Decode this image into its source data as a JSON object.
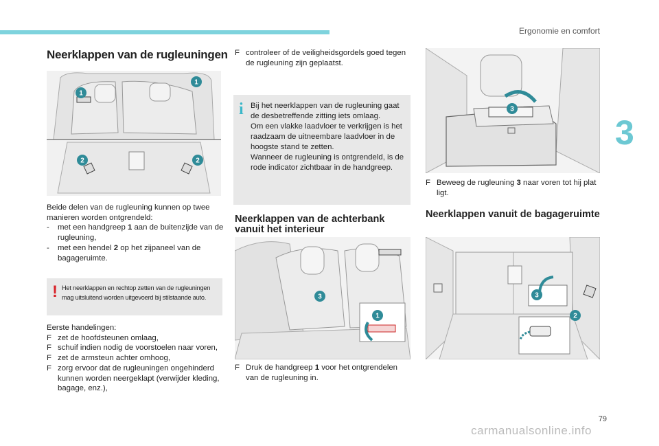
{
  "header": {
    "section": "Ergonomie en comfort",
    "tab_number": "3"
  },
  "col1": {
    "title": "Neerklappen van de rugleuningen",
    "intro": "Beide delen van de rugleuning kunnen op twee manieren worden ontgrendeld:",
    "items": [
      {
        "marker": "-",
        "pre": "met een handgreep ",
        "num": "1",
        "post": " aan de buitenzijde van de rugleuning,"
      },
      {
        "marker": "-",
        "pre": "met een hendel ",
        "num": "2",
        "post": " op het zijpaneel van de bagageruimte."
      }
    ],
    "warning": "Het neerklappen en rechtop zetten van de rugleuningen mag uitsluitend worden uitgevoerd bij stilstaande auto.",
    "steps_title": "Eerste handelingen:",
    "steps": [
      "zet de hoofdsteunen omlaag,",
      "schuif indien nodig de voorstoelen naar voren,",
      "zet de armsteun achter omhoog,",
      "zorg ervoor dat de rugleuningen ongehinderd kunnen worden neergeklapt (verwijder kleding, bagage, enz.),"
    ],
    "callouts": [
      "1",
      "1",
      "2",
      "2"
    ]
  },
  "col2": {
    "first_step": "controleer of de veiligheidsgordels goed tegen de rugleuning zijn geplaatst.",
    "info": "Bij het neerklappen van de rugleuning gaat de desbetreffende zitting iets omlaag.\nOm een vlakke laadvloer te verkrijgen is het raadzaam de uitneembare laadvloer in de hoogste stand te zetten.\nWanneer de rugleuning is ontgrendeld, is de rode indicator zichtbaar in de handgreep.",
    "subtitle": "Neerklappen van de achterbank vanuit het interieur",
    "step_pre": "Druk de handgreep ",
    "step_num": "1",
    "step_post": " voor het ontgrendelen van de rugleuning in.",
    "callouts": [
      "3",
      "1"
    ]
  },
  "col3": {
    "step_pre": "Beweeg de rugleuning ",
    "step_num": "3",
    "step_post": " naar voren tot hij plat ligt.",
    "subtitle": "Neerklappen vanuit de bagageruimte",
    "callouts_top": [
      "3"
    ],
    "callouts_bottom": [
      "3",
      "2"
    ]
  },
  "bullet_symbol": "F",
  "footer": {
    "page_number": "79",
    "watermark": "carmanualsonline.info"
  },
  "colors": {
    "accent": "#7ed3dd",
    "callout": "#2f8b98",
    "warning_icon": "#d8232a",
    "info_icon": "#3bb7c9",
    "box_bg": "#e8e8e8"
  }
}
